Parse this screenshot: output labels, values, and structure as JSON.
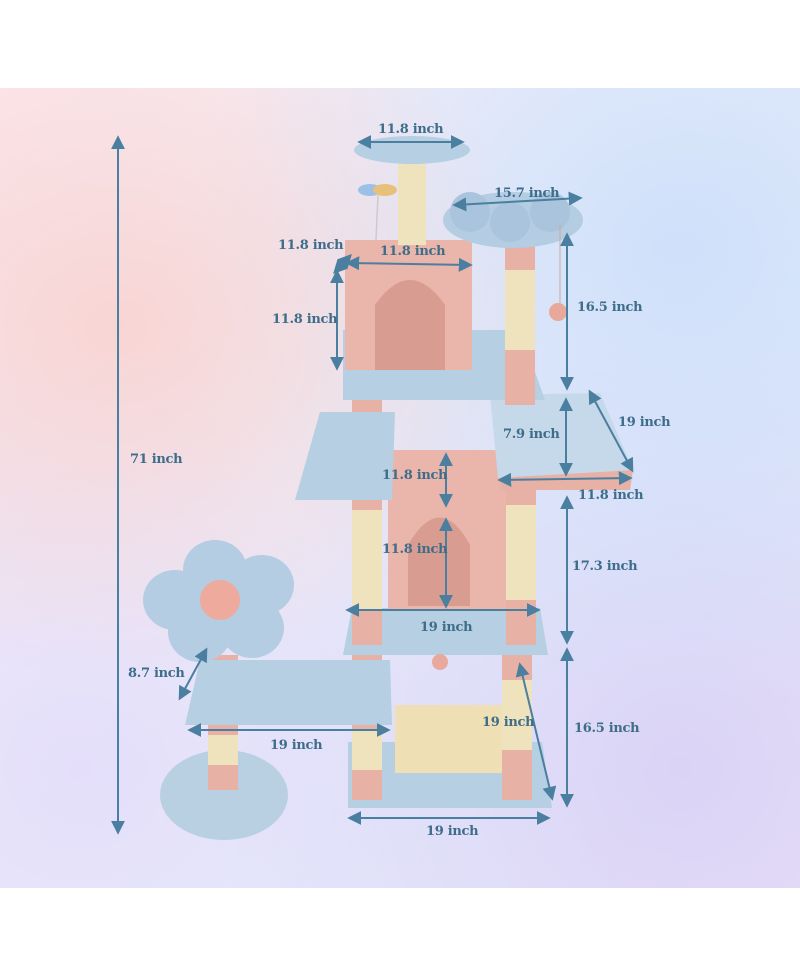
{
  "colors": {
    "measure": "#4a7fa0",
    "pink": "#e9b3a8",
    "blue": "#b7cfe2",
    "sisal": "#efe3bd"
  },
  "dimensions": {
    "total_height": "71 inch",
    "top_perch_width": "11.8 inch",
    "flower_bed_width": "15.7 inch",
    "upper_condo_depth": "11.8 inch",
    "upper_condo_width": "11.8 inch",
    "upper_condo_height": "11.8 inch",
    "flower_post_height": "16.5 inch",
    "hammock_length": "19 inch",
    "hammock_height": "7.9 inch",
    "hammock_width": "11.8 inch",
    "lower_condo_top": "11.8 inch",
    "lower_condo_height": "11.8 inch",
    "mid_section_height": "17.3 inch",
    "middle_platform_width": "19 inch",
    "side_post_height": "8.7 inch",
    "base_depth": "19 inch",
    "base_height": "16.5 inch",
    "left_platform_width": "19 inch",
    "base_width": "19 inch"
  }
}
